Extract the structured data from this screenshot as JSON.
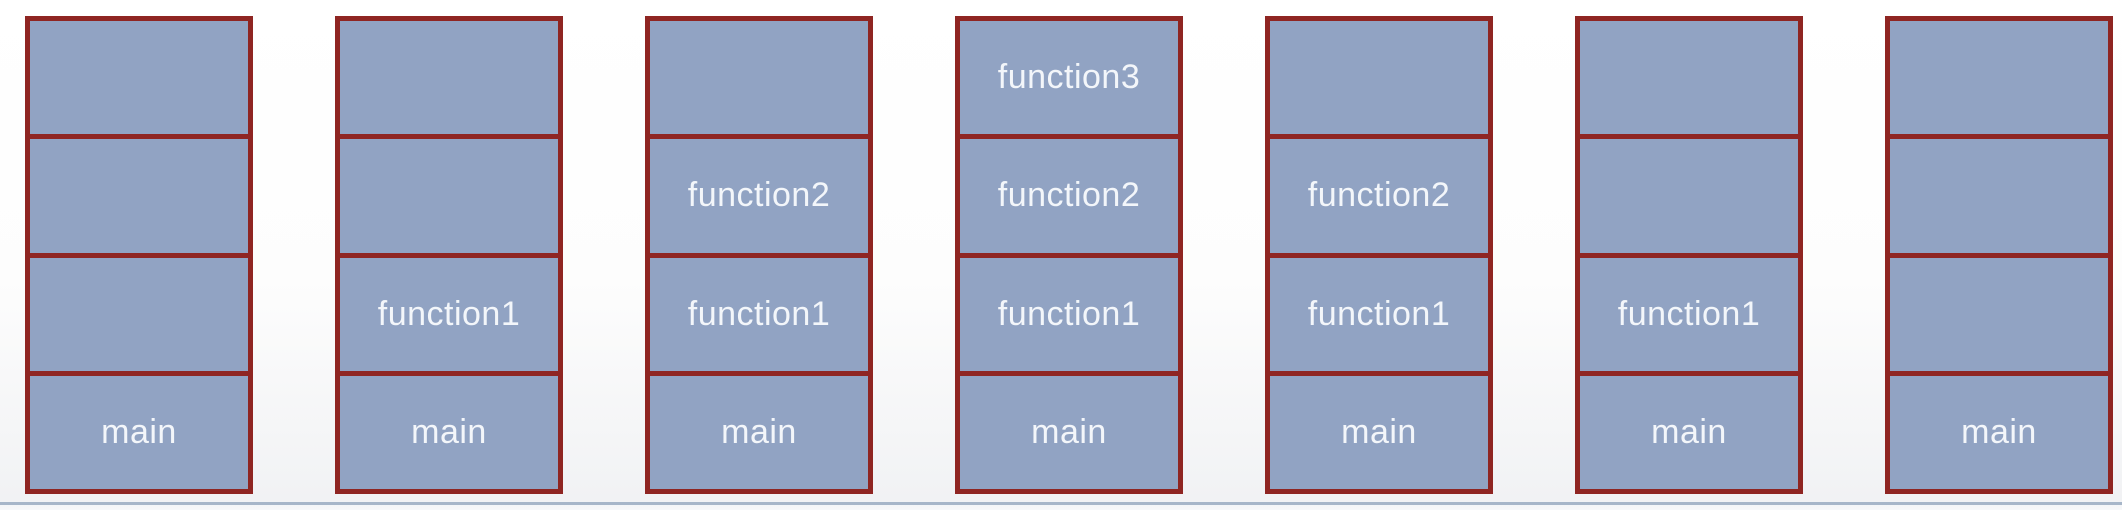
{
  "diagram": {
    "title": "call-stack-growth-sequence",
    "colors": {
      "frame_fill": "#91a3c3",
      "frame_border": "#8f2522",
      "label_text": "#f3f6fa",
      "baseline_rule": "#a7b6c9"
    },
    "stacks": [
      {
        "cells": [
          "",
          "",
          "",
          "main"
        ]
      },
      {
        "cells": [
          "",
          "",
          "function1",
          "main"
        ]
      },
      {
        "cells": [
          "",
          "function2",
          "function1",
          "main"
        ]
      },
      {
        "cells": [
          "function3",
          "function2",
          "function1",
          "main"
        ]
      },
      {
        "cells": [
          "",
          "function2",
          "function1",
          "main"
        ]
      },
      {
        "cells": [
          "",
          "",
          "function1",
          "main"
        ]
      },
      {
        "cells": [
          "",
          "",
          "",
          "main"
        ]
      }
    ]
  }
}
